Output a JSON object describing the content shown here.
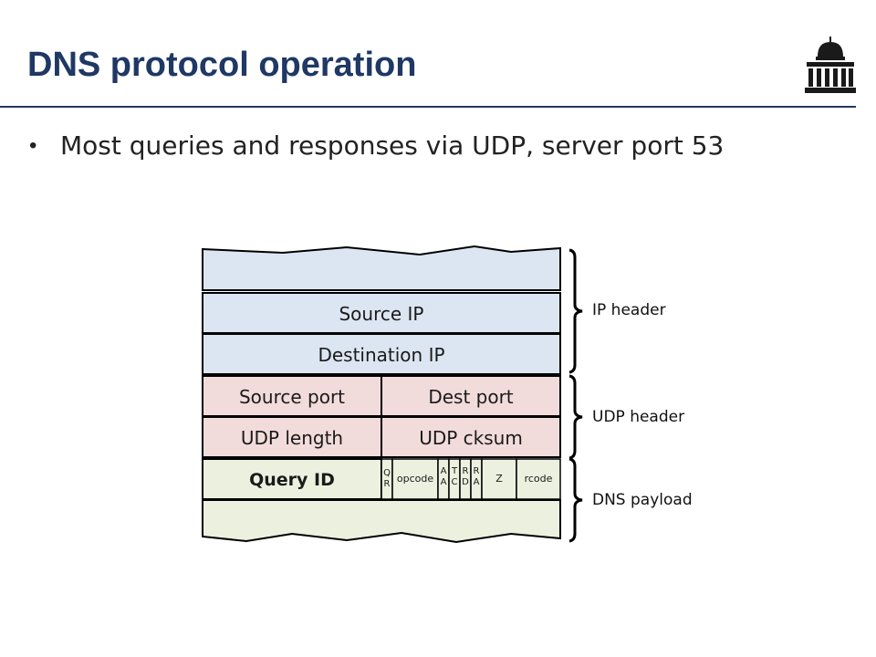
{
  "slide": {
    "title": "DNS protocol operation",
    "bullet": "Most queries and responses via UDP, server port 53"
  },
  "diagram": {
    "ip_rows": [
      "Source IP",
      "Destination IP"
    ],
    "udp_rows": [
      [
        "Source port",
        "Dest port"
      ],
      [
        "UDP length",
        "UDP cksum"
      ]
    ],
    "dns": {
      "query_id": "Query ID",
      "flags": {
        "qr_1": "Q",
        "qr_2": "R",
        "opcode": "opcode",
        "aa_1": "A",
        "aa_2": "A",
        "tc_1": "T",
        "tc_2": "C",
        "rd_1": "R",
        "rd_2": "D",
        "ra_1": "R",
        "ra_2": "A",
        "z": "Z",
        "rcode": "rcode"
      }
    },
    "brackets": {
      "ip": "IP header",
      "udp": "UDP header",
      "dns": "DNS payload"
    }
  },
  "colors": {
    "title": "#1F3864",
    "ip_fill": "#DCE6F2",
    "udp_fill": "#F2DCDB",
    "dns_fill": "#EBF1DE",
    "stroke": "#000000"
  }
}
